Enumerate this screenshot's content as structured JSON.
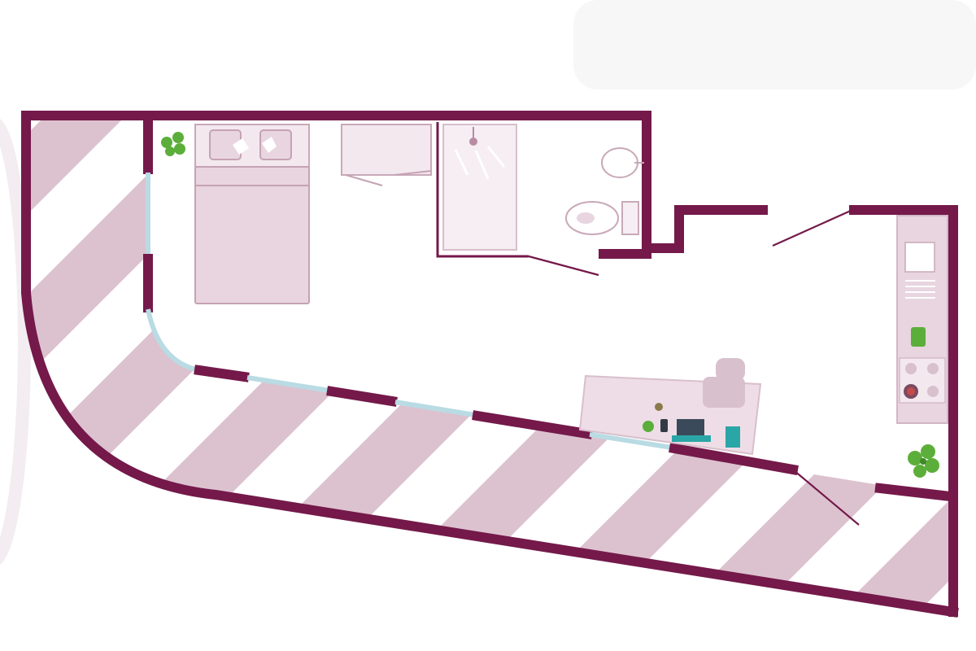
{
  "colors": {
    "wall": "#74194a",
    "balcony_stripe": "#dcc2cf",
    "glazing": "#b9dbe3",
    "furniture": "#e8d5df",
    "plant": "#5cae3a",
    "accent_teal": "#2ba6a6"
  },
  "rooms": [
    "bedroom",
    "wardrobe",
    "shower-room",
    "living-area",
    "kitchen",
    "entrance",
    "balcony"
  ],
  "icons": [
    "bed-icon",
    "pillow-icon",
    "shower-icon",
    "washbasin-icon",
    "toilet-icon",
    "sink-icon",
    "hob-icon",
    "desk-icon",
    "chair-icon",
    "laptop-icon",
    "plant-icon"
  ]
}
